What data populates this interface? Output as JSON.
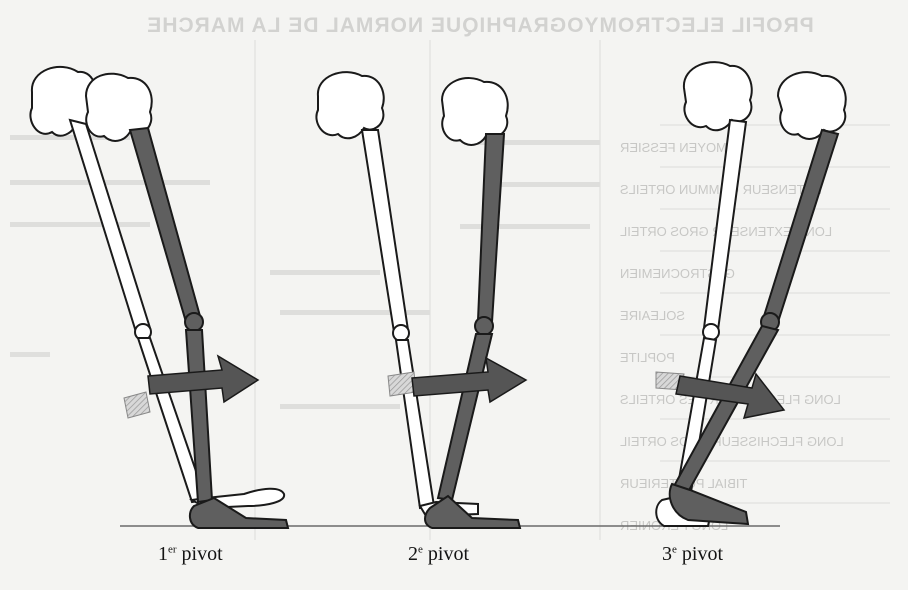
{
  "show_through": {
    "title": "PROFIL ELECTROMYOGRAPHIQUE NORMAL DE LA MARCHE",
    "rows": [
      "MOYEN FESSIER",
      "EXTENSEUR COMMUN ORTEILS",
      "LONG EXTENSEUR GROS ORTEIL",
      "GASTROCNEMIEN",
      "SOLEAIRE",
      "POPLITE",
      "LONG FLECHISSEUR DES ORTEILS",
      "LONG FLECHISSEUR GROS ORTEIL",
      "TIBIAL POSTERIEUR",
      "LONG PERONIER"
    ]
  },
  "captions": {
    "pivot1": {
      "num": "1",
      "sup": "er",
      "word": "pivot"
    },
    "pivot2": {
      "num": "2",
      "sup": "e",
      "word": "pivot"
    },
    "pivot3": {
      "num": "3",
      "sup": "e",
      "word": "pivot"
    }
  },
  "colors": {
    "background": "#f4f4f2",
    "ink": "#141414",
    "stance_limb": "#5f5f5f",
    "swing_limb": "#ffffff",
    "arrow": "#555555"
  }
}
